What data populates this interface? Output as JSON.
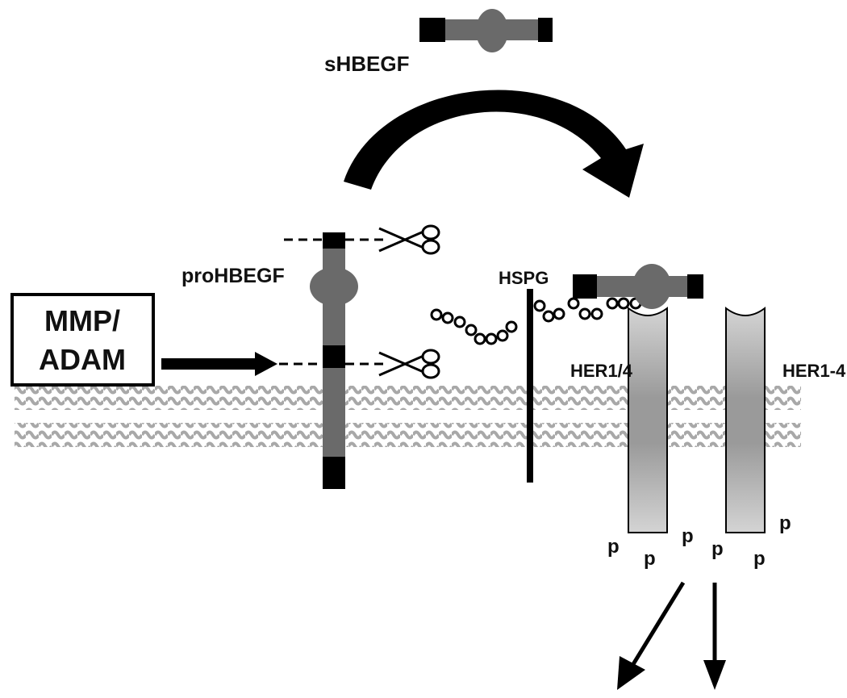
{
  "labels": {
    "shbegf": "sHBEGF",
    "prohbegf": "proHBEGF",
    "hspg": "HSPG",
    "her14": "HER1/4",
    "her1_4": "HER1-4",
    "mmp_line1": "MMP/",
    "mmp_line2": "ADAM"
  },
  "phospho": {
    "label": "p",
    "count": 6
  },
  "colors": {
    "membrane": "#a8a8a8",
    "dark_segment": "#000000",
    "protein_gray": "#6a6a6a",
    "receptor_light": "#c8c8c8",
    "receptor_mid": "#9c9c9c"
  }
}
